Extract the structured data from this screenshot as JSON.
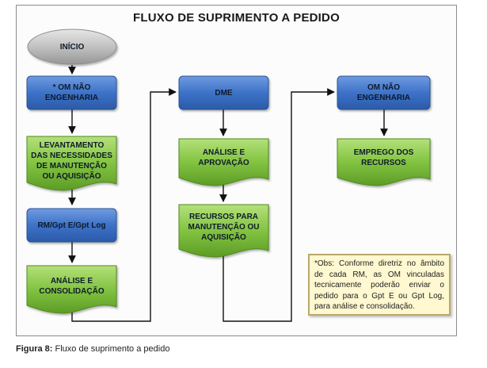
{
  "title": "FLUXO DE SUPRIMENTO A PEDIDO",
  "nodes": {
    "inicio": "INÍCIO",
    "om_nao_eng_1": "* OM NÃO ENGENHARIA",
    "levantamento": "LEVANTAMENTO DAS NECESSIDADES DE MANUTENÇÃO OU AQUISIÇÃO",
    "rm_gpt": "RM/Gpt E/Gpt Log",
    "analise_consolidacao": "ANÁLISE E CONSOLIDAÇÃO",
    "dme": "DME",
    "analise_aprovacao": "ANÁLISE E APROVAÇÃO",
    "recursos": "RECURSOS PARA MANUTENÇÃO OU AQUISIÇÃO",
    "om_nao_eng_2": "OM NÃO ENGENHARIA",
    "emprego": "EMPREGO DOS RECURSOS"
  },
  "note": "*Obs: Conforme diretriz no âmbito de cada RM, as OM vinculadas tecnicamente poderão enviar o pedido para o Gpt E ou Gpt Log, para análise e consolidação.",
  "caption": {
    "label": "Figura 8:",
    "text": "Fluxo de suprimento a pedido"
  },
  "colors": {
    "blue": "#3a6fc4",
    "green": "#7bbd3a",
    "gray": "#b5b5b5",
    "note_bg": "#fff8d0"
  }
}
